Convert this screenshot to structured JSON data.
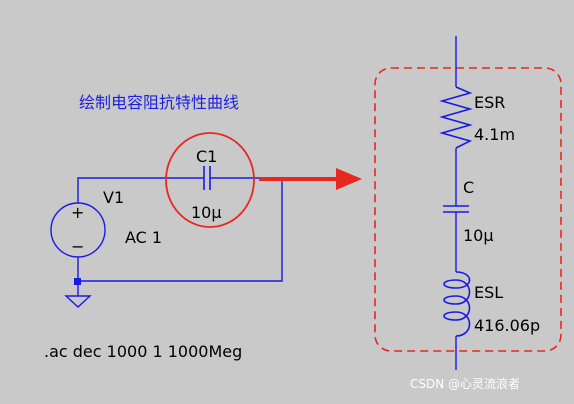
{
  "title": "绘制电容阻抗特性曲线",
  "source": {
    "name": "V1",
    "value": "AC 1",
    "plus_sign": "+",
    "minus_sign": "−"
  },
  "capacitor": {
    "name": "C1",
    "value": "10μ"
  },
  "directive": ".ac dec 1000 1 1000Meg",
  "model": {
    "esr_name": "ESR",
    "esr_value": "4.1m",
    "c_name": "C",
    "c_value": "10μ",
    "esl_name": "ESL",
    "esl_value": "416.06p"
  },
  "watermark": "CSDN @心灵流浪者",
  "colors": {
    "background": "#c9c9c9",
    "wire": "#1a1ae6",
    "component": "#1a1ae6",
    "highlight": "#e8281e",
    "text": "#000000",
    "title_text": "#1f1fe0",
    "ground_node": "#1a1ae6"
  },
  "icons": [
    "ac-voltage-source-icon",
    "capacitor-icon",
    "resistor-icon",
    "inductor-icon",
    "ground-icon",
    "arrow-right-icon"
  ]
}
